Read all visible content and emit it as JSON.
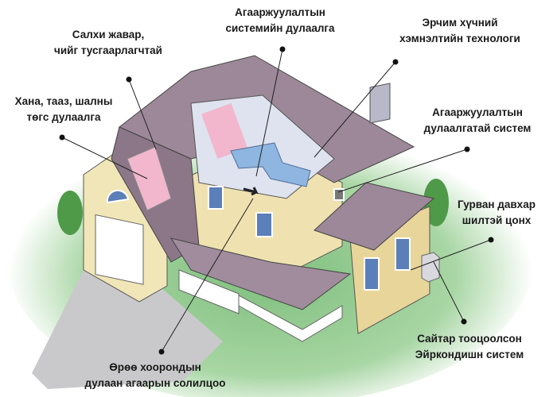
{
  "labels": {
    "vent_insulation": {
      "line1": "Агааржуулалтын",
      "line2": "системийн дулаалга"
    },
    "wind_moisture": {
      "line1": "Салхи жавар,",
      "line2": "чийг тусгаарлагчтай"
    },
    "energy_saving": {
      "line1": "Эрчим хүчний",
      "line2": "хэмнэлтийн технологи"
    },
    "wall_ceiling_floor": {
      "line1": "Хана, тааз, шалны",
      "line2": "төгс дулаалга"
    },
    "insulated_vent": {
      "line1": "Агааржуулалтын",
      "line2": "дулаалгатай систем"
    },
    "triple_glazing": {
      "line1": "Гурван давхар",
      "line2": "шилтэй цонх"
    },
    "air_conditioning": {
      "line1": "Сайтар тооцоолсон",
      "line2": "Эйркондишн систем"
    },
    "air_exchange": {
      "line1": "Өрөө хоорондын",
      "line2": "дулаан агаарын солилцоо"
    }
  },
  "colors": {
    "roof": "#9c8898",
    "roof_dark": "#7d6a7a",
    "wall": "#f1e6b8",
    "grass": "#8cc48a",
    "window": "#5b7fb8"
  }
}
